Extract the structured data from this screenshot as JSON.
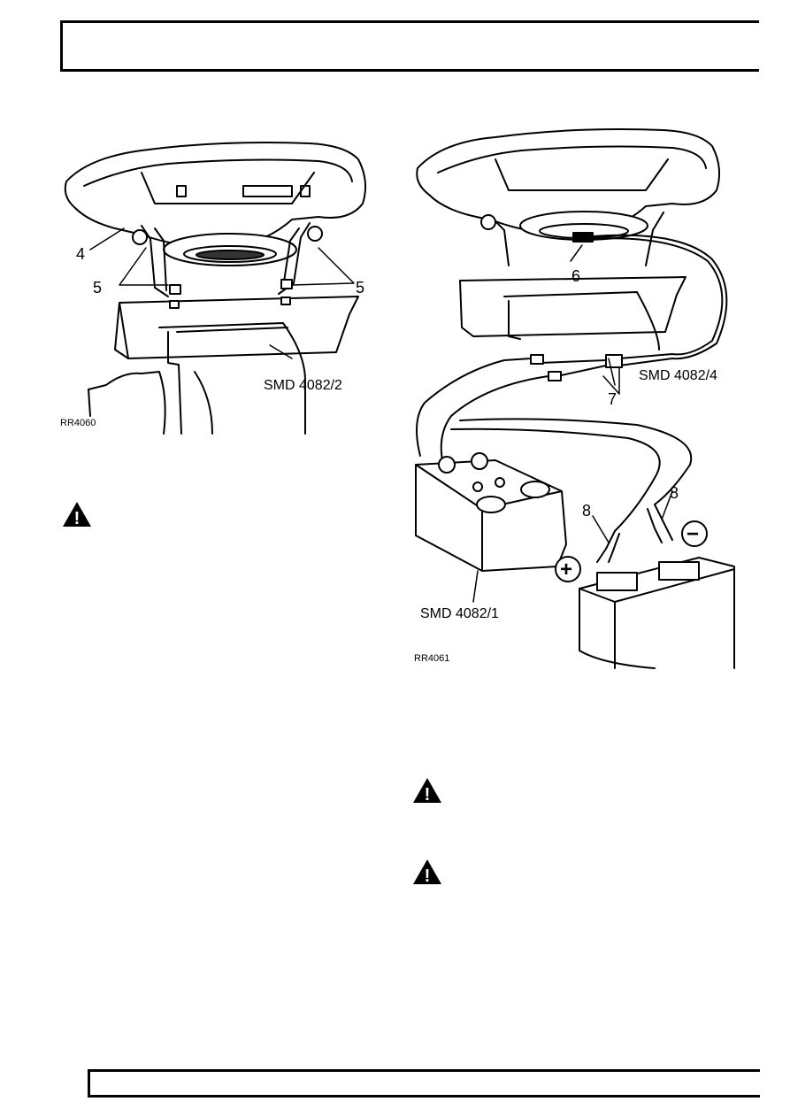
{
  "figure_left": {
    "ref": "RR4060",
    "callouts": {
      "c4": "4",
      "c5a": "5",
      "c5b": "5",
      "tool": "SMD 4082/2"
    }
  },
  "figure_right": {
    "ref": "RR4061",
    "callouts": {
      "c6": "6",
      "c7": "7",
      "c8a": "8",
      "c8b": "8",
      "tool_top": "SMD 4082/4",
      "tool_box": "SMD 4082/1"
    },
    "battery_terminals": {
      "positive": "+",
      "negative": "−"
    }
  },
  "warnings": {
    "icon": "warning-triangle-icon",
    "glyph": "!"
  }
}
